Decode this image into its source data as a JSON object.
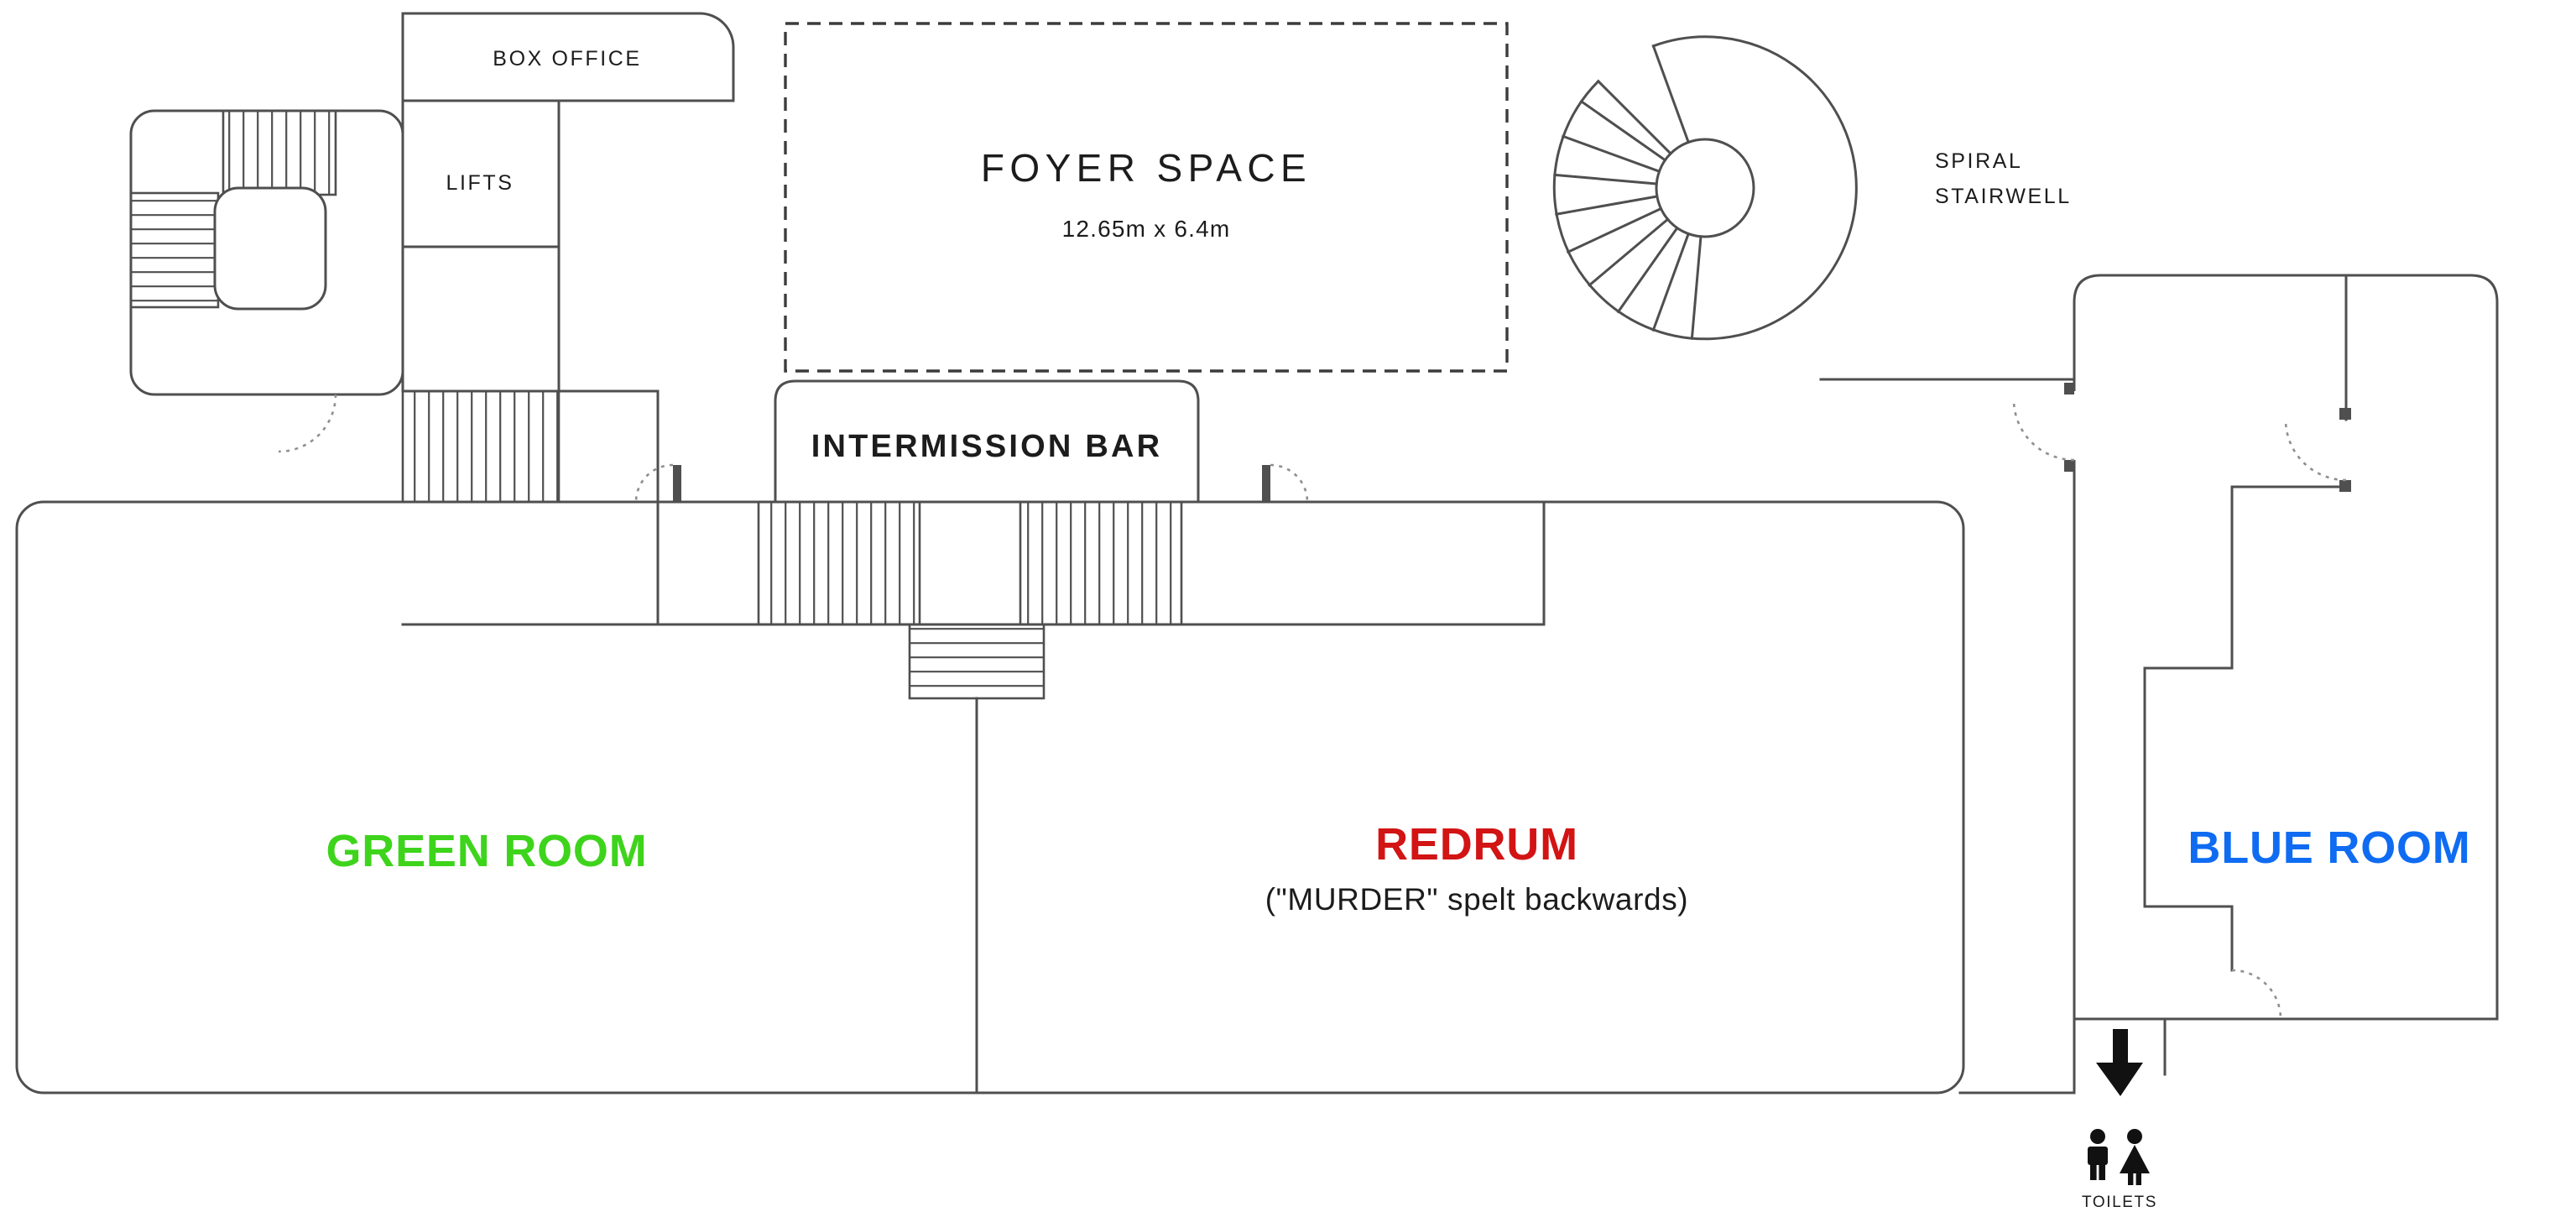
{
  "plan": {
    "rooms": {
      "box_office": {
        "label": "BOX OFFICE"
      },
      "lifts": {
        "label": "LIFTS"
      },
      "foyer": {
        "label": "FOYER SPACE",
        "dimensions": "12.65m x 6.4m"
      },
      "spiral_stairwell": {
        "line1": "SPIRAL",
        "line2": "STAIRWELL"
      },
      "intermission_bar": {
        "label": "INTERMISSION BAR"
      },
      "green_room": {
        "label": "GREEN ROOM"
      },
      "redrum": {
        "label": "REDRUM",
        "subtitle": "(\"MURDER\" spelt backwards)"
      },
      "blue_room": {
        "label": "BLUE ROOM"
      },
      "toilets": {
        "label": "TOILETS"
      }
    },
    "colors": {
      "green_room": "#3ed41c",
      "redrum": "#d21414",
      "blue_room": "#0f6cf2",
      "ink": "#1c1c1c",
      "wall": "#4f4f4f"
    }
  }
}
